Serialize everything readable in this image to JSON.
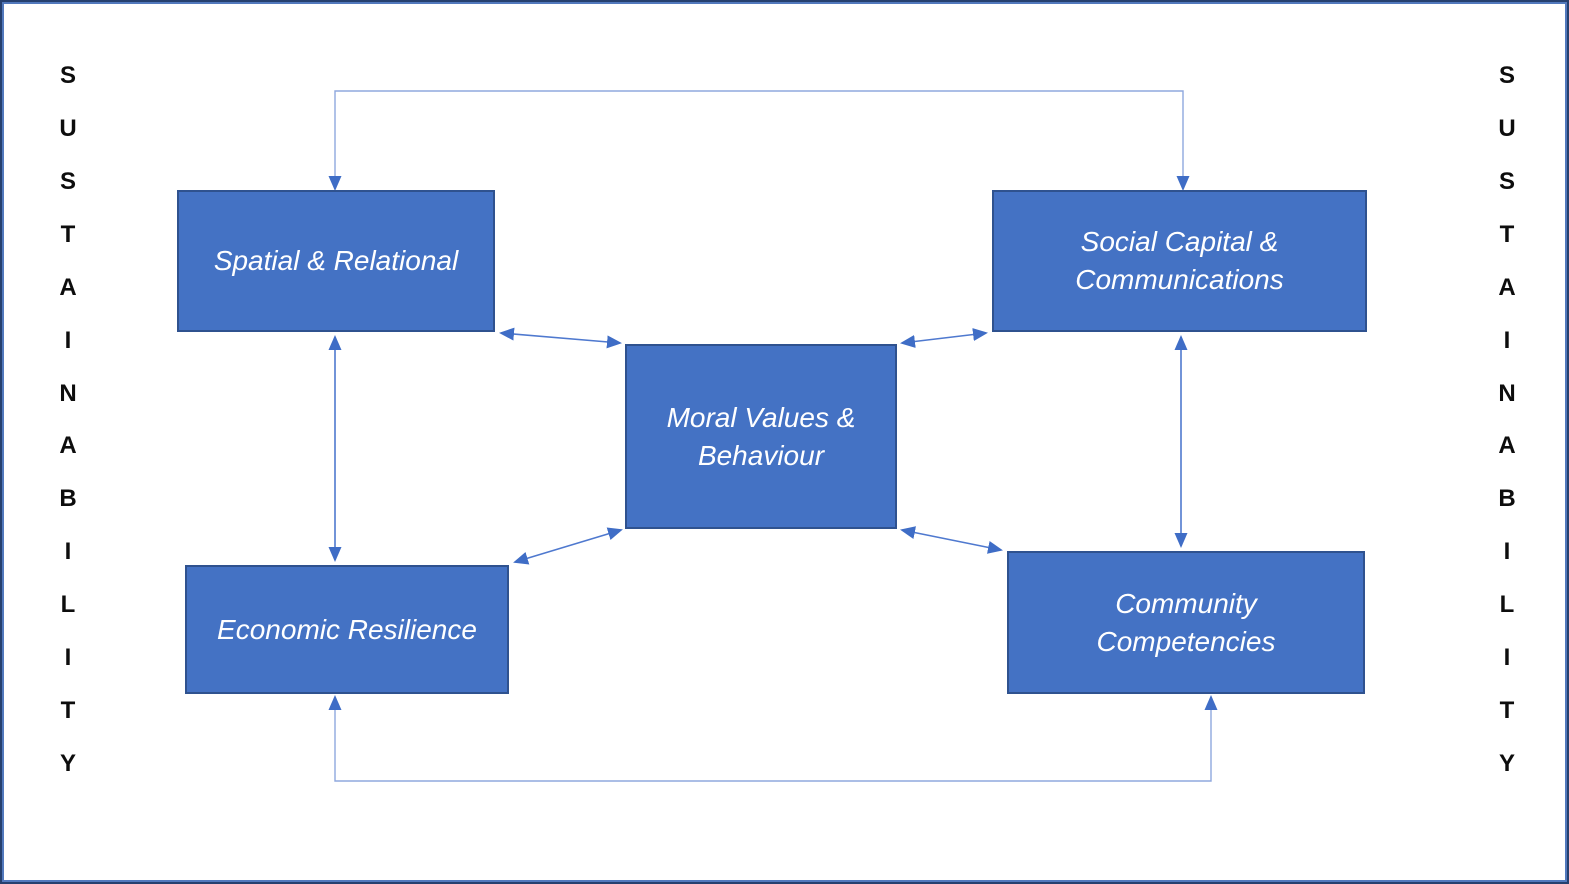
{
  "rails": {
    "left": "SUSTAINABILITY",
    "right": "SUSTAINABILITY"
  },
  "boxes": {
    "spatial": {
      "label": "Spatial & Relational"
    },
    "social": {
      "label": "Social Capital &\nCommunications"
    },
    "moral": {
      "label": "Moral Values &\nBehaviour"
    },
    "economic": {
      "label": "Economic Resilience"
    },
    "community": {
      "label": "Community\nCompetencies"
    }
  },
  "connectors": [
    {
      "name": "top-bracket",
      "between": [
        "spatial",
        "social"
      ],
      "heads": "both-into-boxes"
    },
    {
      "name": "bottom-bracket",
      "between": [
        "economic",
        "community"
      ],
      "heads": "both-into-boxes"
    },
    {
      "name": "left-vertical",
      "between": [
        "spatial",
        "economic"
      ],
      "heads": "double"
    },
    {
      "name": "right-vertical",
      "between": [
        "social",
        "community"
      ],
      "heads": "double"
    },
    {
      "name": "moral-spatial",
      "between": [
        "moral",
        "spatial"
      ],
      "heads": "double"
    },
    {
      "name": "moral-social",
      "between": [
        "moral",
        "social"
      ],
      "heads": "double"
    },
    {
      "name": "moral-economic",
      "between": [
        "moral",
        "economic"
      ],
      "heads": "double"
    },
    {
      "name": "moral-community",
      "between": [
        "moral",
        "community"
      ],
      "heads": "double"
    }
  ],
  "colors": {
    "accent": "#4472C4",
    "box_border": "#2F528F",
    "connector": "#4f79cf",
    "connector_light": "#8fa8de",
    "connector_head": "#3f6dc6",
    "rail_text": "#0d0d0d",
    "frame_outer": "#26406f",
    "frame_inner": "#5279bd"
  }
}
